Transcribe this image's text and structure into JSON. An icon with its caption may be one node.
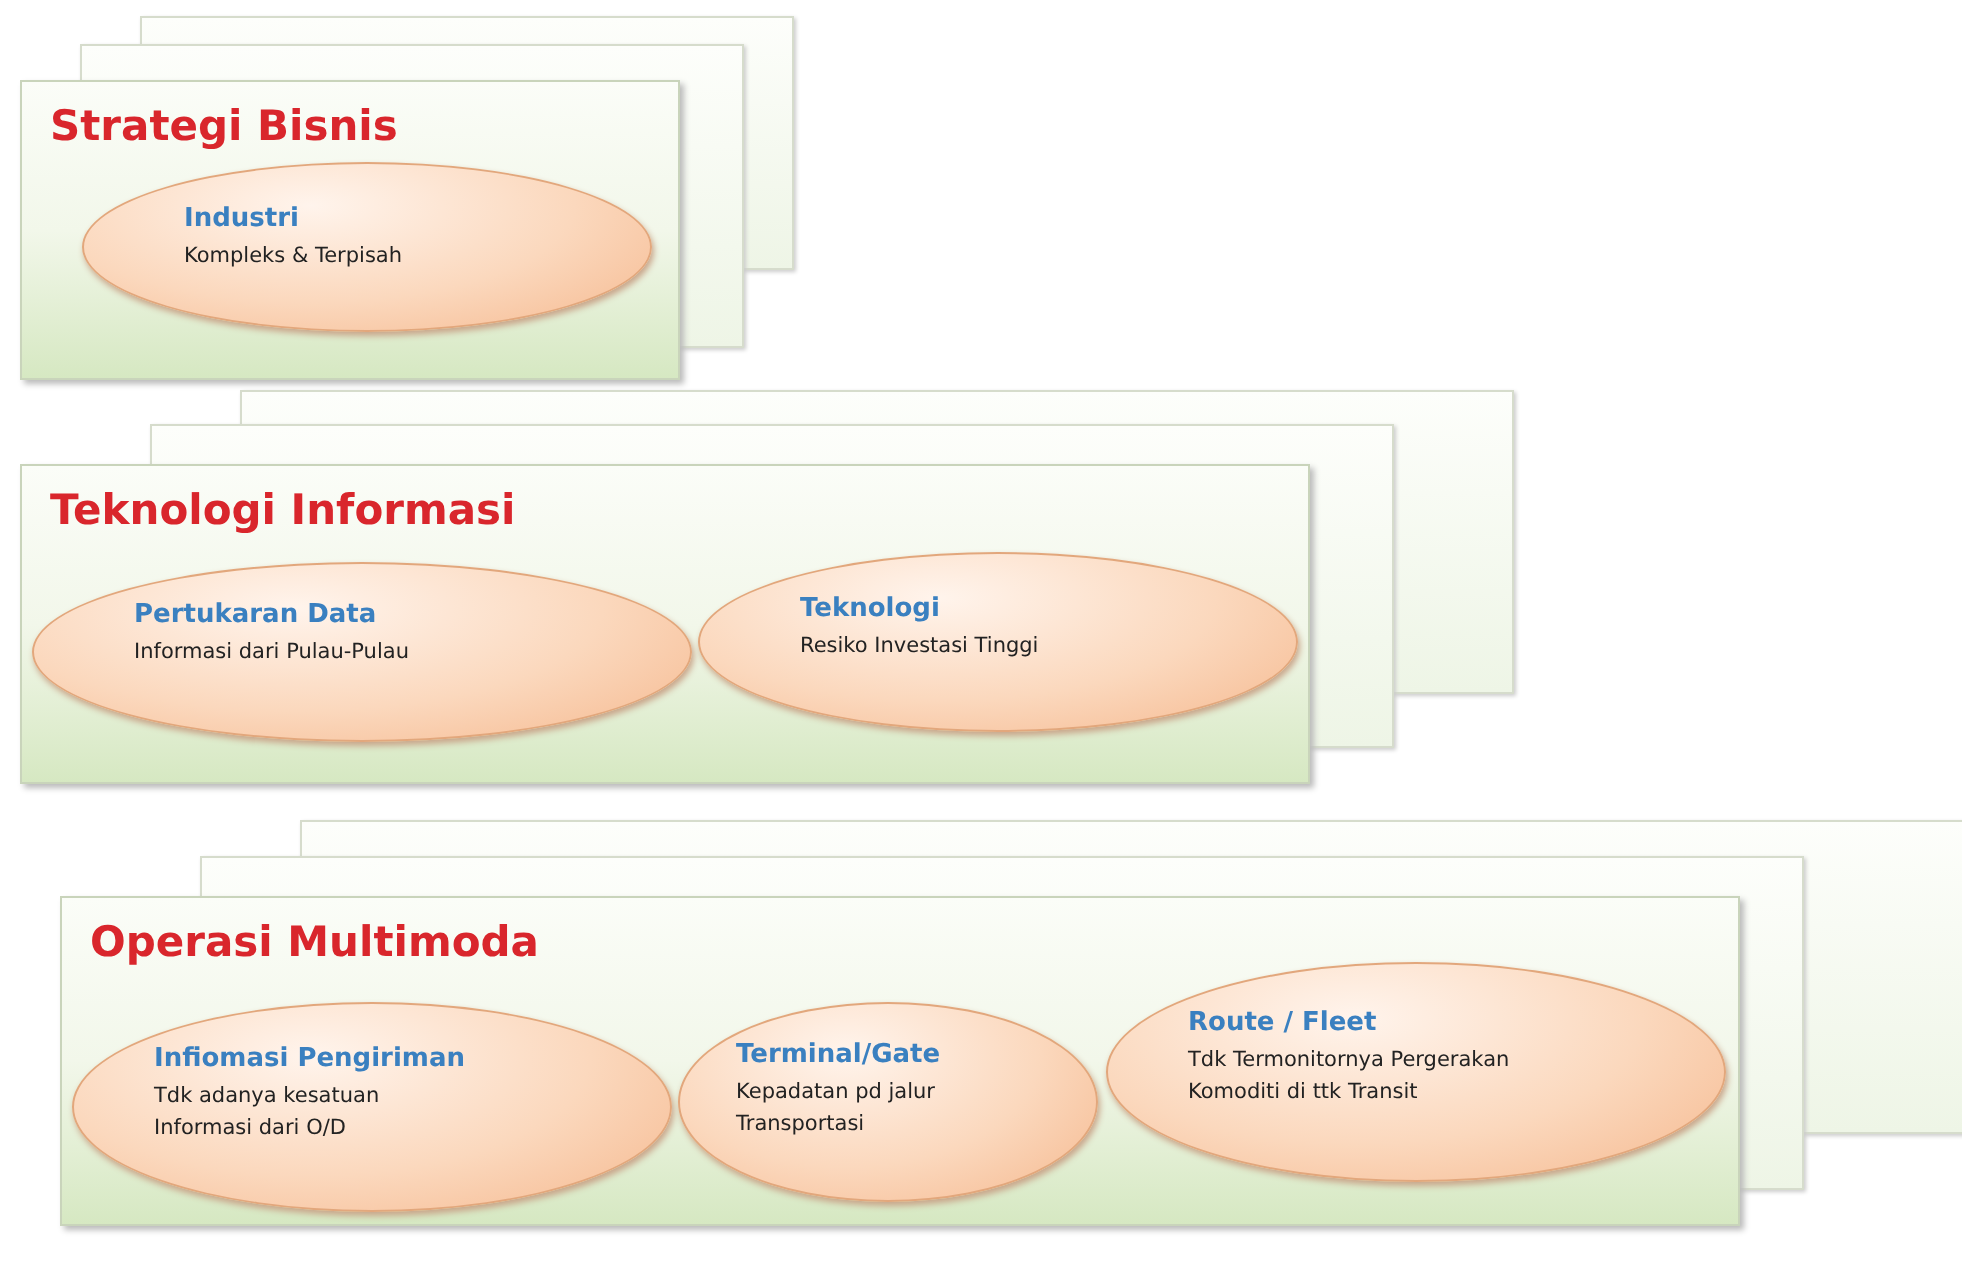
{
  "diagram": {
    "nodes": [
      {
        "text": [
          "Strategi Bisnis"
        ]
      },
      {
        "text": [
          "Industri",
          "Kompleks & Terpisah"
        ],
        "in": 0
      },
      {
        "text": [
          "Teknologi Informasi"
        ]
      },
      {
        "text": [
          "Pertukaran Data",
          "Informasi dari Pulau-Pulau"
        ],
        "in": 2
      },
      {
        "text": [
          "Teknologi",
          "Resiko Investasi Tinggi"
        ],
        "in": 2
      },
      {
        "text": [
          "Operasi Multimoda"
        ]
      },
      {
        "text": [
          "Infiomasi Pengiriman",
          "Tdk adanya kesatuan Informasi dari O/D"
        ],
        "in": 5
      },
      {
        "text": [
          "Terminal/Gate",
          "Kepadatan pd jalur Transportasi"
        ],
        "in": 5
      },
      {
        "text": [
          "Route / Fleet",
          "Tdk Termonitornya Pergerakan Komoditi di ttk Transit"
        ],
        "in": 5
      }
    ]
  }
}
